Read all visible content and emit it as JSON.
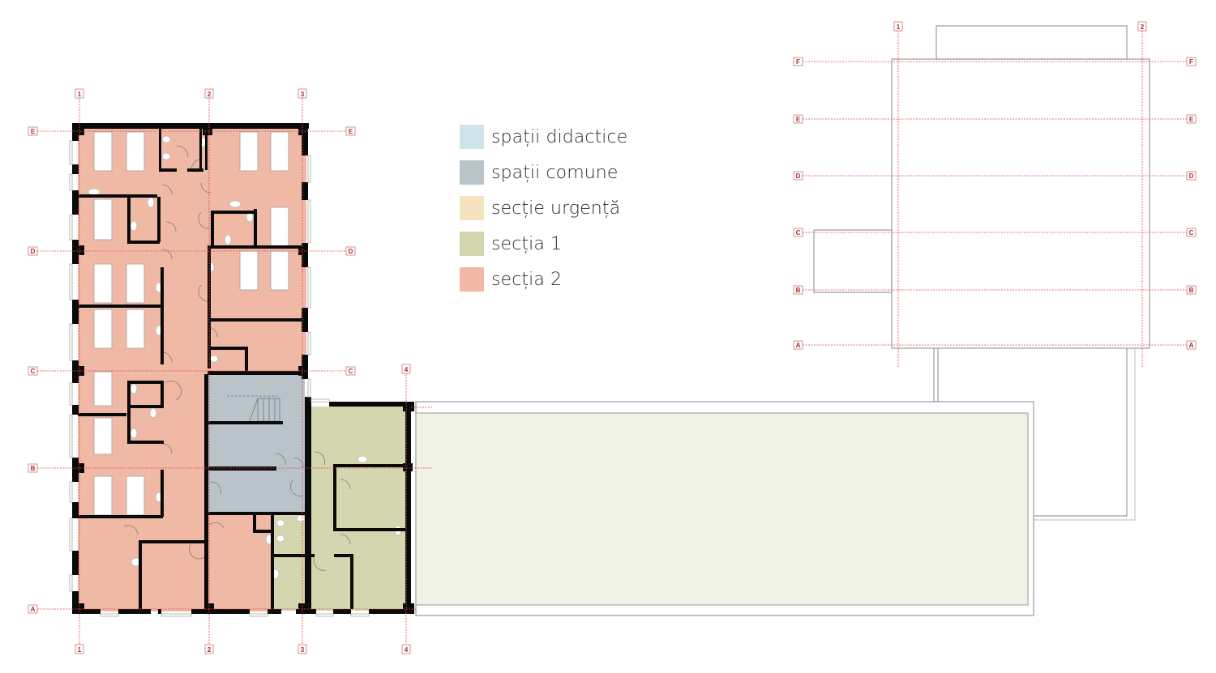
{
  "legend": {
    "items": [
      {
        "label": "spații didactice",
        "color": "#cfe3ea"
      },
      {
        "label": "spații comune",
        "color": "#b9c4ca"
      },
      {
        "label": "secție urgență",
        "color": "#f5e3bd"
      },
      {
        "label": "secția 1",
        "color": "#d3d6ae"
      },
      {
        "label": "secția 2",
        "color": "#f0b9a5"
      }
    ]
  },
  "colors": {
    "wall": "#0a0a0a",
    "grid_line": "#d9474d",
    "grid_tag": "#b0282a",
    "outline": "#9b9b9b",
    "annex_fill": "#eff2e5",
    "sectia2": "#f0b9a5",
    "sectia1": "#d3d6ae",
    "comune": "#b9c4ca"
  },
  "plan_left": {
    "axes_vertical": [
      "1",
      "2",
      "3",
      "4"
    ],
    "axes_horizontal": [
      "E",
      "D",
      "C",
      "B",
      "A"
    ]
  },
  "plan_right": {
    "axes_vertical": [
      "1",
      "2"
    ],
    "axes_horizontal": [
      "F",
      "E",
      "D",
      "C",
      "B",
      "A"
    ]
  },
  "grid_labels": {
    "l_v1_top": "1",
    "l_v2_top": "2",
    "l_v3_top": "3",
    "l_v4_top": "4",
    "l_v1_bot": "1",
    "l_v2_bot": "2",
    "l_v3_bot": "3",
    "l_v4_bot": "4",
    "l_E_left": "E",
    "l_E_right": "E",
    "l_D_left": "D",
    "l_D_right": "D",
    "l_C_left": "C",
    "l_C_right": "C",
    "l_B_left": "B",
    "l_A_left": "A",
    "r_v1": "1",
    "r_v2": "2",
    "r_F_left": "F",
    "r_F_right": "F",
    "r_E_left": "E",
    "r_E_right": "E",
    "r_D_left": "D",
    "r_D_right": "D",
    "r_C_left": "C",
    "r_C_right": "C",
    "r_B_left": "B",
    "r_B_right": "B",
    "r_A_left": "A",
    "r_A_right": "A"
  }
}
